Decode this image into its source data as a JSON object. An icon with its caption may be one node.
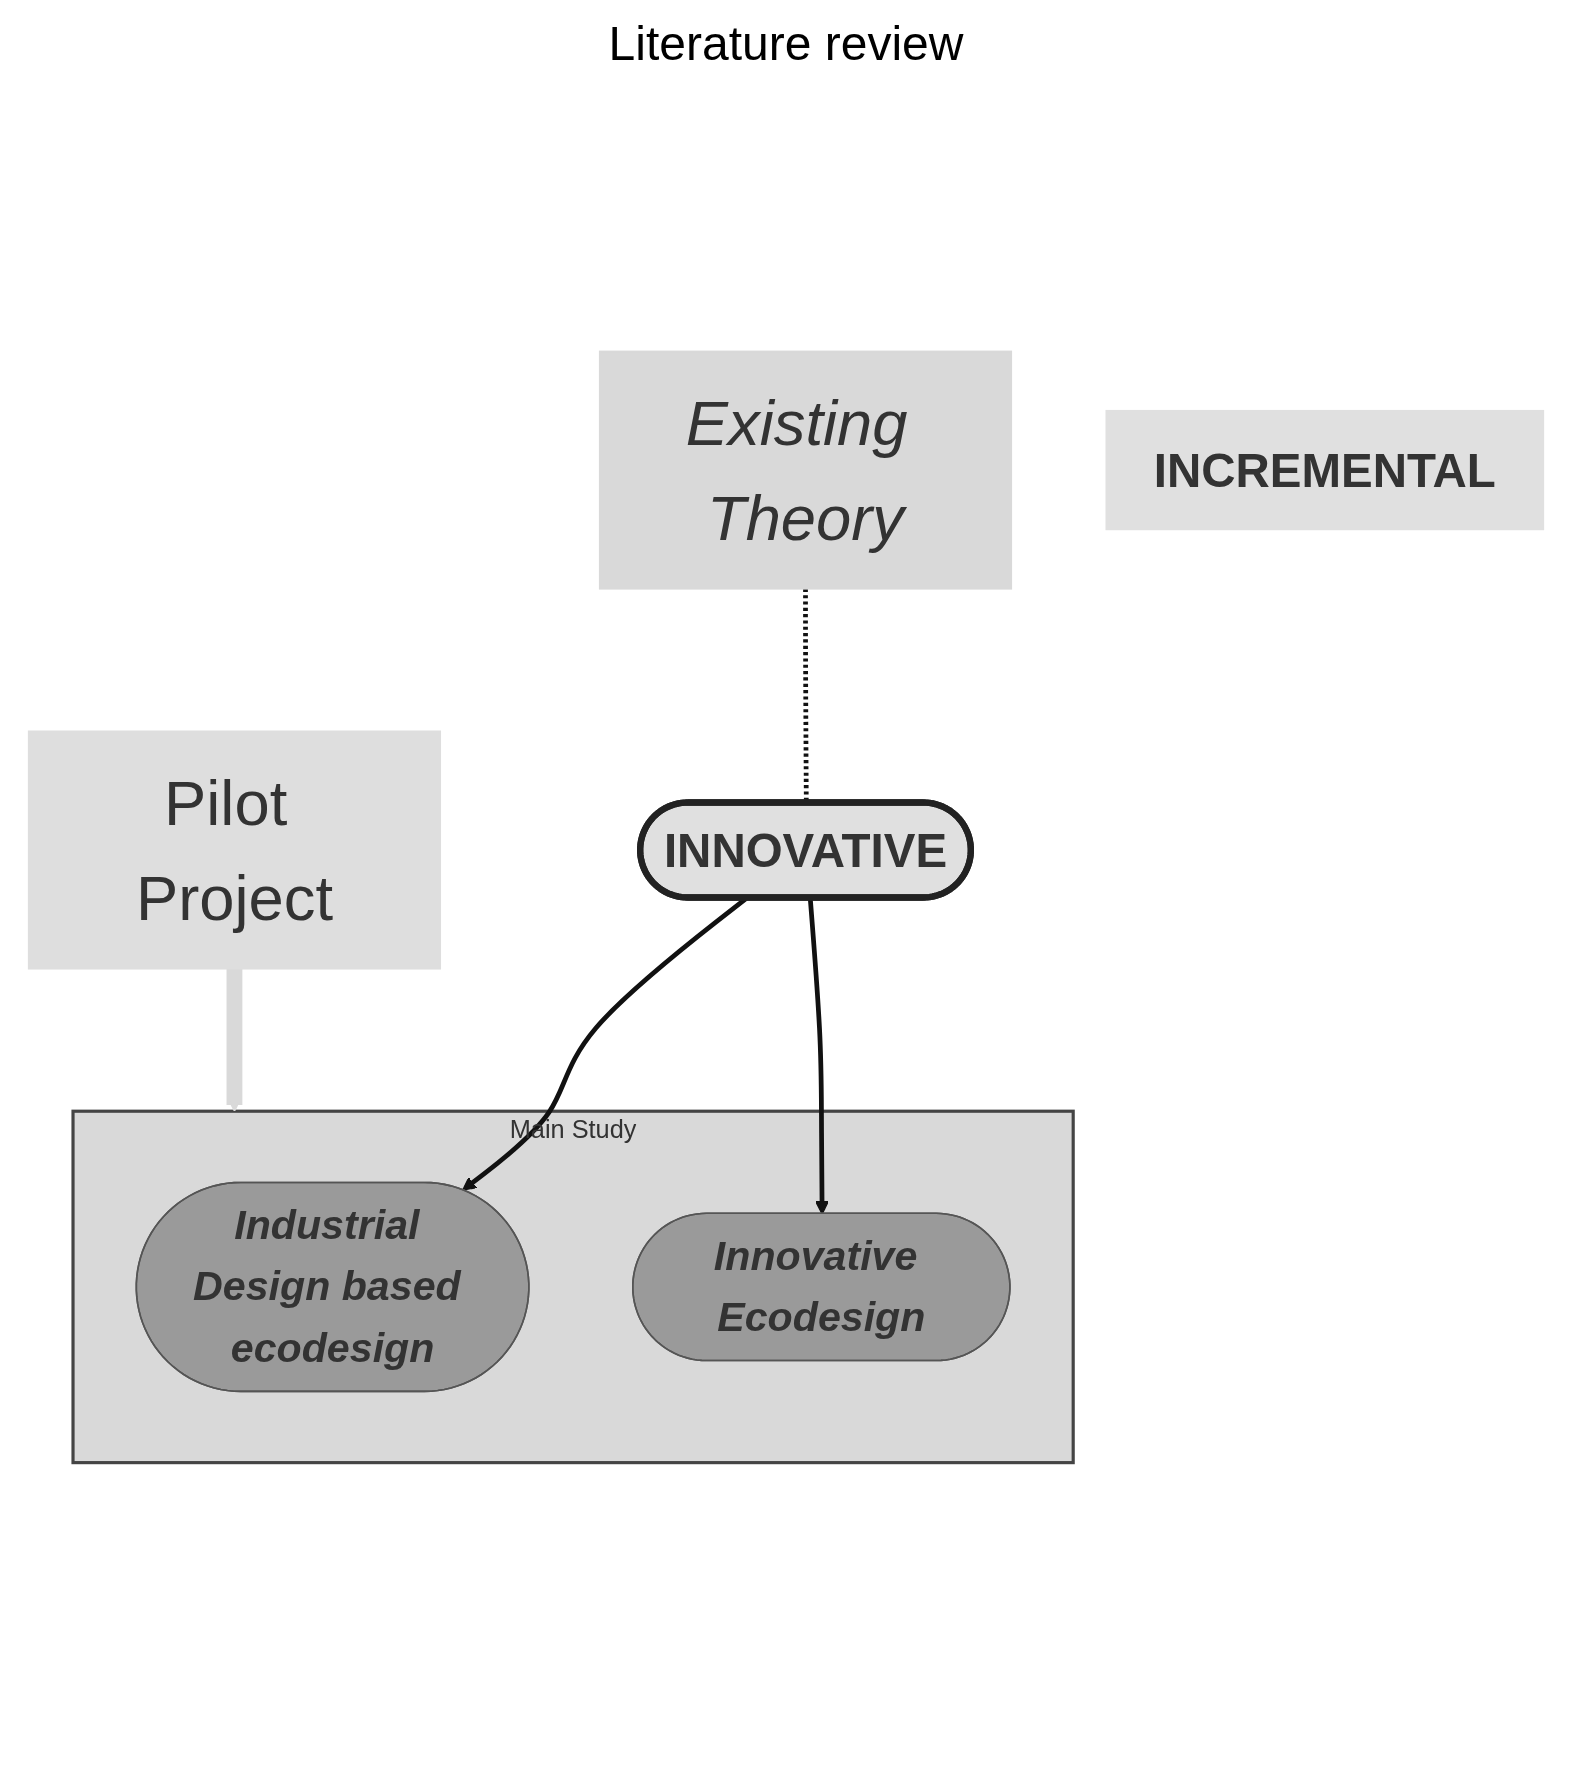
{
  "diagram": {
    "nodes": [
      {
        "text": [
          "Existing Theory"
        ]
      },
      {
        "text": [
          "INNOVATIVE"
        ]
      },
      {
        "text": [
          "INCREMENTAL"
        ]
      },
      {
        "text": [
          "Pilot Project"
        ]
      },
      {
        "text": [
          "Main Study"
        ]
      },
      {
        "text": [
          "Industrial Design based ecodesign"
        ],
        "in": 4
      },
      {
        "text": [
          "Innovative Ecodesign"
        ],
        "in": 4
      }
    ],
    "edges": [
      {
        "from": 0,
        "to": 1,
        "arrow": "none",
        "style": "dashed"
      },
      {
        "from": 1,
        "to": 5,
        "arrow": "to"
      },
      {
        "from": 1,
        "to": 6,
        "arrow": "to"
      },
      {
        "from": 3,
        "to": 4,
        "arrow": "to",
        "style": "thick",
        "color": "#d9d9d9"
      }
    ],
    "labels": [
      "Literature review"
    ]
  }
}
